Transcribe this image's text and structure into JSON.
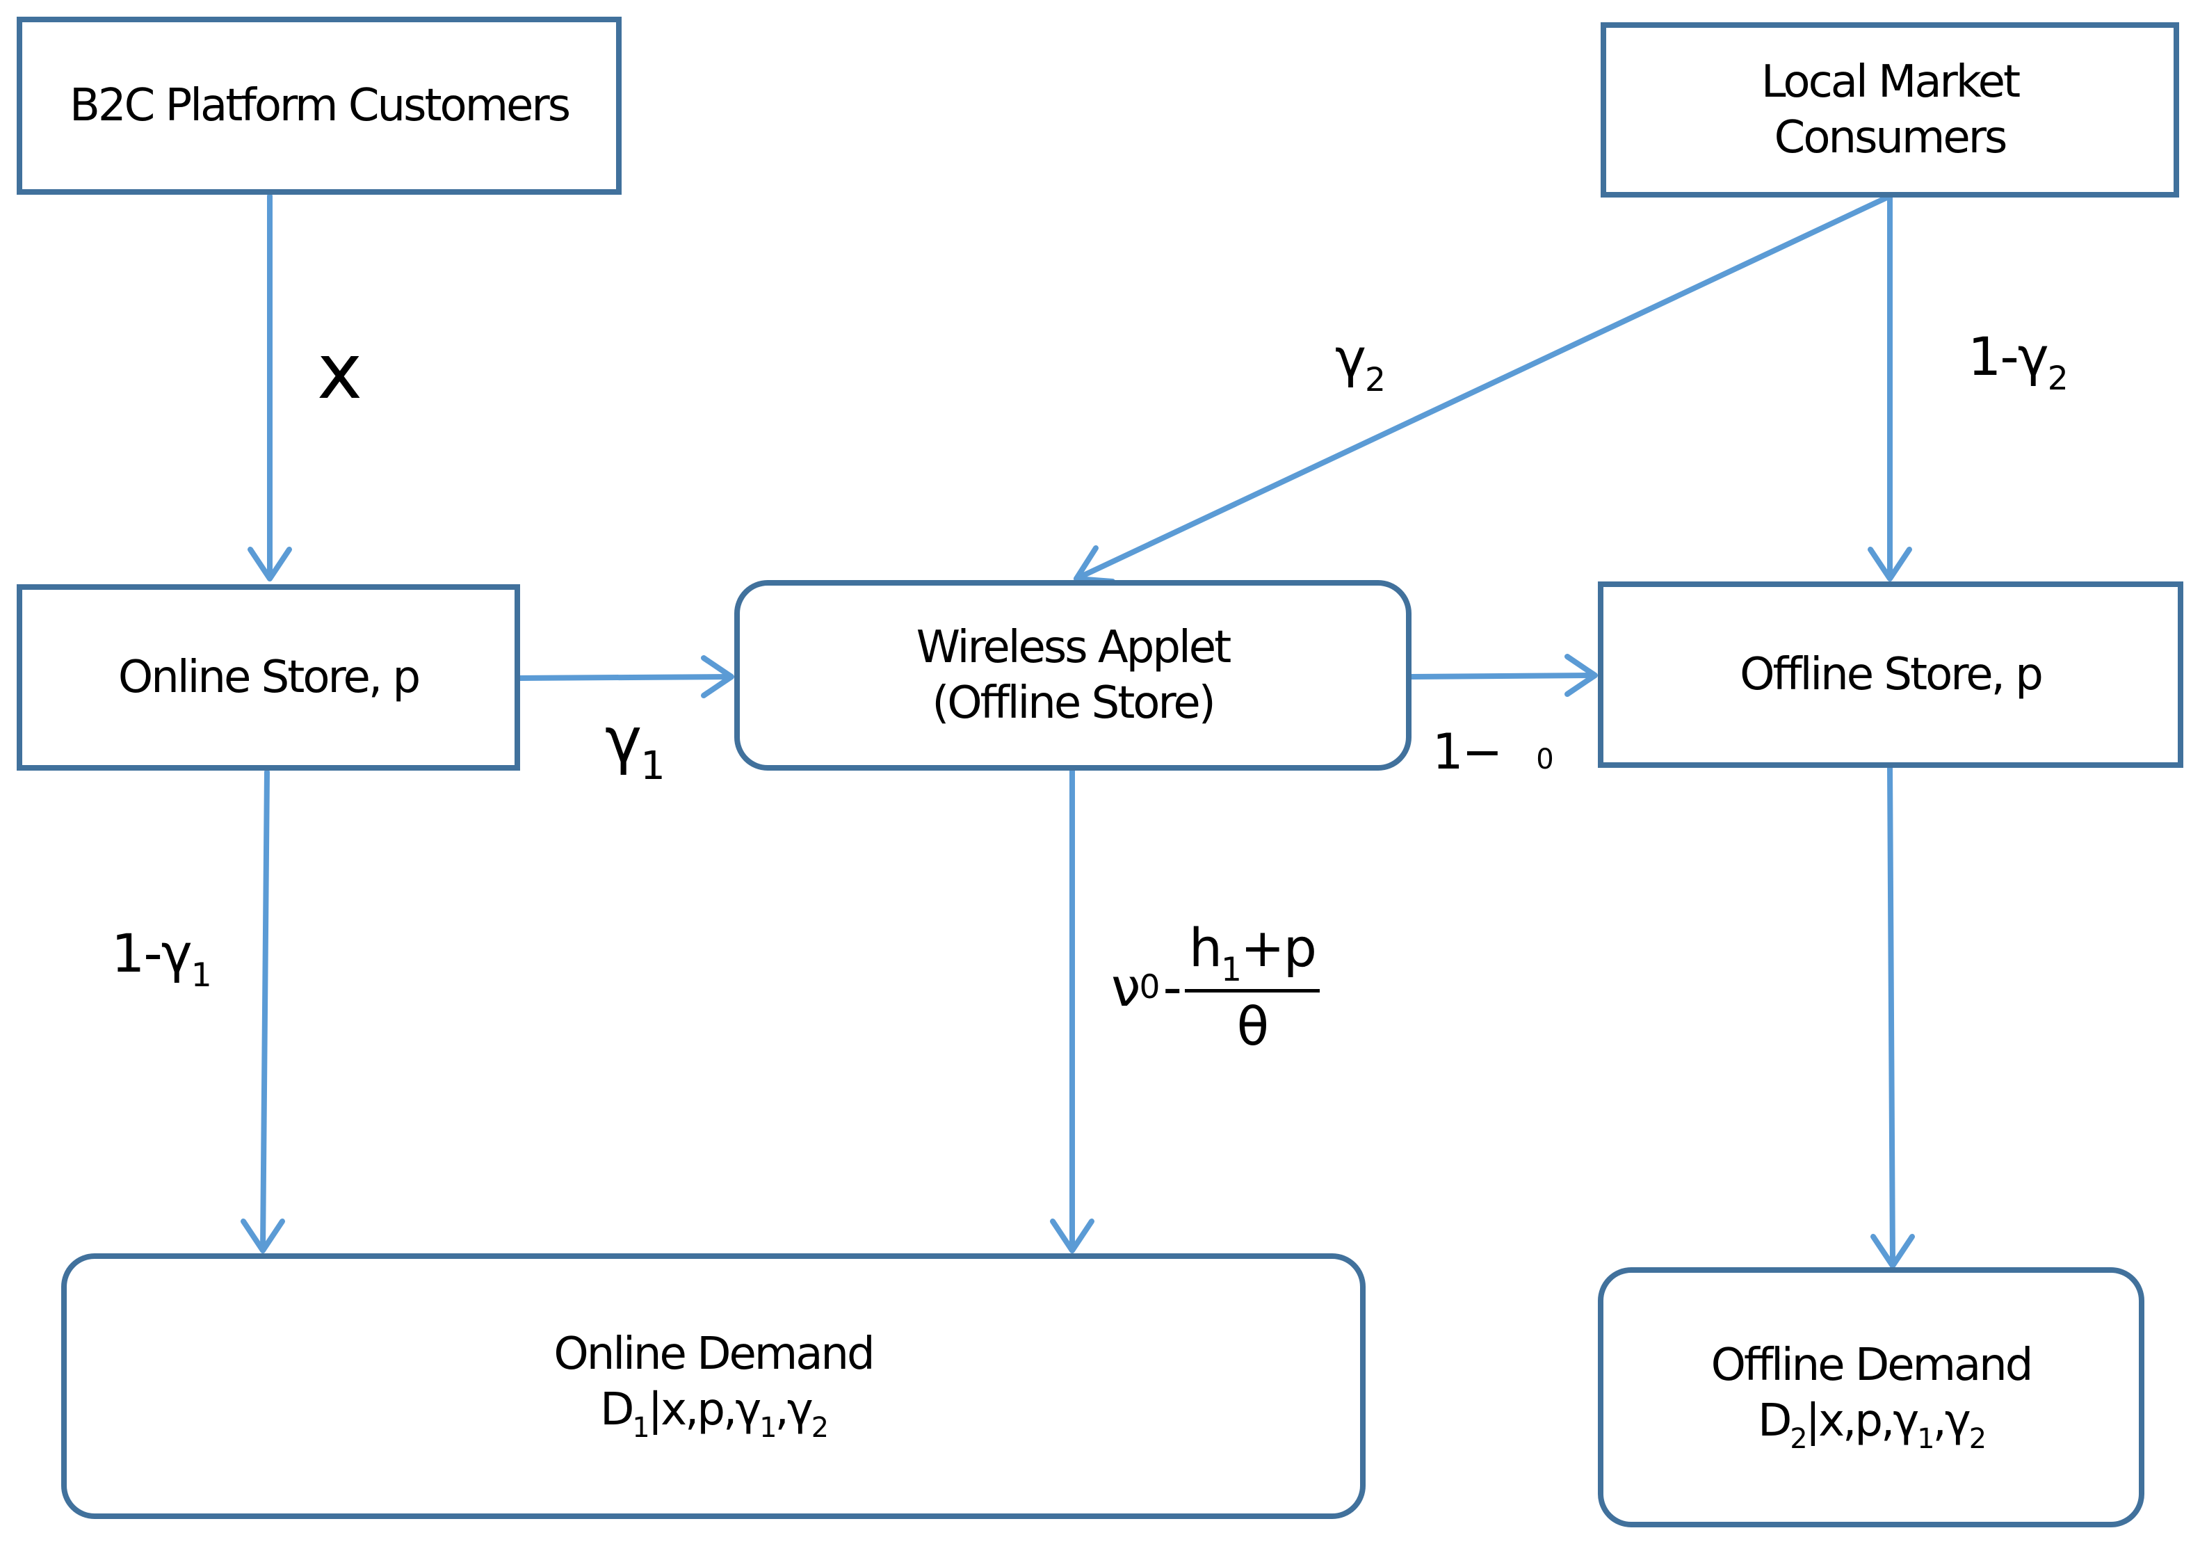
{
  "nodes": {
    "b2c_customers": "B2C Platform Customers",
    "local_consumers_line1": "Local Market",
    "local_consumers_line2": "Consumers",
    "online_store": "Online Store, p",
    "wireless_applet_line1": "Wireless Applet",
    "wireless_applet_line2": "(Offline Store)",
    "offline_store": "Offline Store, p",
    "online_demand_title": "Online Demand",
    "offline_demand_title": "Offline Demand"
  },
  "formulas": {
    "d1_symbol": "D",
    "d1_index": "1",
    "d2_symbol": "D",
    "d2_index": "2",
    "conditional_mid": "|x,p,γ",
    "gamma_index_1": "1",
    "comma_gamma": ",γ",
    "gamma_index_2": "2"
  },
  "edge_labels": {
    "x": "x",
    "gamma2": "γ",
    "gamma2_index": "2",
    "one_minus_gamma2": "1-γ",
    "one_minus_gamma2_index": "2",
    "gamma1": "γ",
    "gamma1_index": "1",
    "one_minus_gamma1": "1-γ",
    "one_minus_gamma1_index": "1",
    "one_minus_zero_prefix": "1−",
    "one_minus_zero_index": "0",
    "nu": "ν",
    "nu_index": "0",
    "minus": "-",
    "h": "h",
    "h_index": "1",
    "plus_p": "+p",
    "theta": "θ"
  },
  "colors": {
    "box_border": "#41719c",
    "arrow": "#5b9bd5"
  }
}
